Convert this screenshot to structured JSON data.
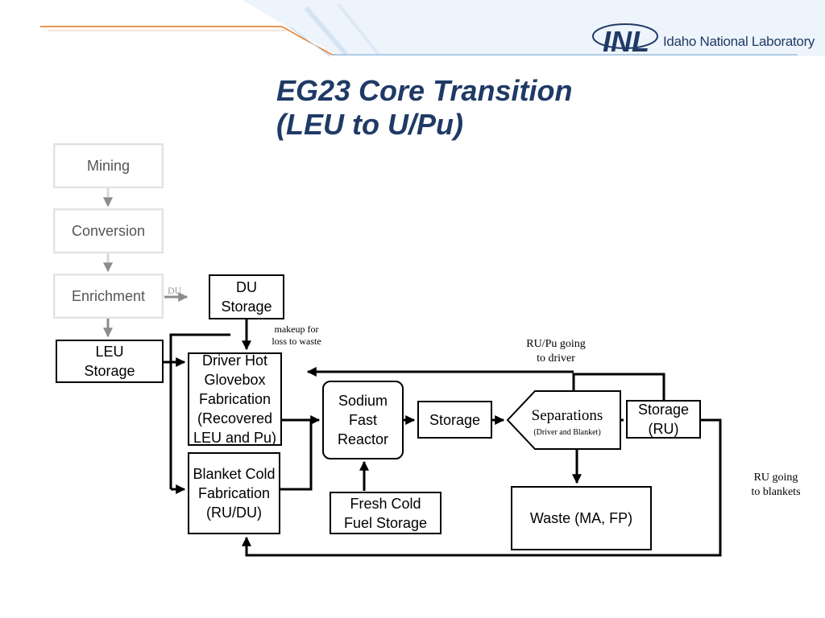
{
  "header": {
    "brand_name": "Idaho National Laboratory",
    "logo_text": "INL"
  },
  "title": {
    "line1": "EG23 Core Transition",
    "line2": "(LEU to U/Pu)"
  },
  "nodes": {
    "mining": "Mining",
    "conversion": "Conversion",
    "enrichment": "Enrichment",
    "leu_storage": [
      "LEU",
      "Storage"
    ],
    "du_storage": [
      "DU",
      "Storage"
    ],
    "driver_hot": [
      "Driver Hot",
      "Glovebox",
      "Fabrication",
      "(Recovered",
      "LEU and Pu)"
    ],
    "blanket_cold": [
      "Blanket Cold",
      "Fabrication",
      "(RU/DU)"
    ],
    "sodium_reactor": [
      "Sodium",
      "Fast",
      "Reactor"
    ],
    "fresh_cold": [
      "Fresh Cold",
      "Fuel Storage"
    ],
    "storage": "Storage",
    "separations": "Separations",
    "separations_sub": "(Driver and Blanket)",
    "storage_ru": [
      "Storage",
      "(RU)"
    ],
    "waste": "Waste (MA, FP)"
  },
  "labels": {
    "du": "DU",
    "makeup": [
      "makeup for",
      "loss to waste"
    ],
    "ru_pu": [
      "RU/Pu going",
      "to driver"
    ],
    "ru_blankets": [
      "RU going",
      "to blankets"
    ]
  },
  "colors": {
    "title": "#1f3a66",
    "line": "#000000",
    "faded_line": "#8c8c8c",
    "accent_orange": "#e8731f",
    "accent_blue": "#9fc0e0"
  }
}
